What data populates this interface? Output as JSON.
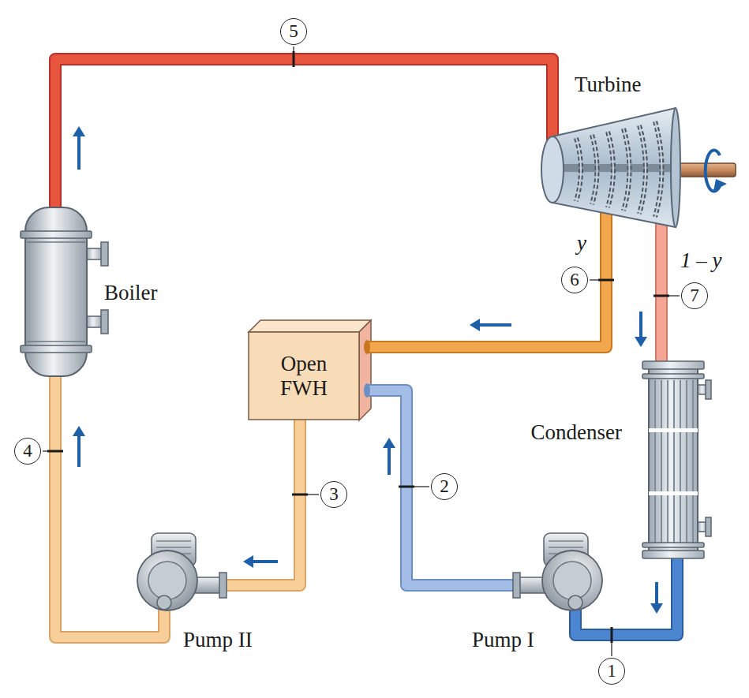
{
  "diagram": {
    "nodes": [
      {
        "text": [
          "Turbine"
        ]
      },
      {
        "text": [
          "Boiler"
        ]
      },
      {
        "text": [
          "Open FWH"
        ]
      },
      {
        "text": [
          "Condenser"
        ]
      },
      {
        "text": [
          "Pump II"
        ]
      },
      {
        "text": [
          "Pump I"
        ]
      }
    ],
    "edges": [
      {
        "from": 1,
        "to": 0,
        "arrow": "to",
        "label": "5"
      },
      {
        "from": 0,
        "to": 2,
        "arrow": "to",
        "label": "6"
      },
      {
        "from": 0,
        "to": 3,
        "arrow": "to",
        "label": "7"
      },
      {
        "from": 3,
        "to": 5,
        "arrow": "to",
        "label": "1"
      },
      {
        "from": 5,
        "to": 2,
        "arrow": "to",
        "label": "2"
      },
      {
        "from": 2,
        "to": 4,
        "arrow": "to",
        "label": "3"
      },
      {
        "from": 4,
        "to": 1,
        "arrow": "to",
        "label": "4"
      }
    ],
    "labels": [
      "y",
      "1 – y"
    ]
  }
}
